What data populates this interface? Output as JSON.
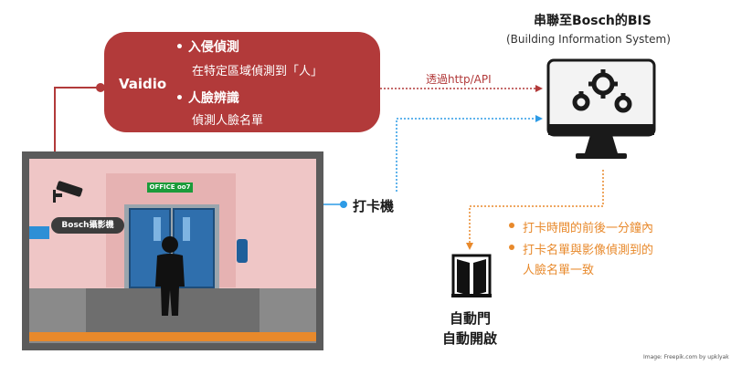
{
  "vaidio": {
    "brand": "Vaidio",
    "bullet1_title": "• 入侵偵測",
    "bullet1_desc": "在特定區域偵測到「人」",
    "bullet2_title": "• 人臉辨識",
    "bullet2_desc": "偵測人臉名單"
  },
  "scene": {
    "door_sign": "OFFICE oo7",
    "camera_label": "Bosch攝影機"
  },
  "card_reader_label": "打卡機",
  "api_label": "透過http/API",
  "bis": {
    "title": "串聯至Bosch的BIS",
    "subtitle": "(Building Information System)"
  },
  "conditions": [
    "打卡時間的前後一分鐘內",
    "打卡名單與影像偵測到的",
    "人臉名單一致"
  ],
  "auto_door": {
    "line1": "自動門",
    "line2": "自動開啟"
  },
  "credit": "Image: Freepik.com by upklyak",
  "colors": {
    "vaidio_red": "#b23a3a",
    "blue_link": "#2d9be6",
    "orange_link": "#e8892b"
  }
}
